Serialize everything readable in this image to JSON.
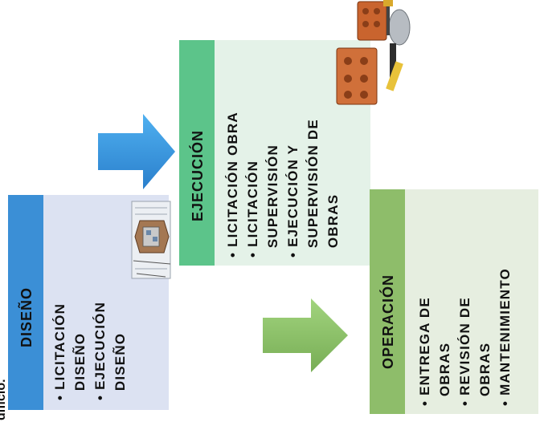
{
  "cut_text": "dificio.",
  "diseno": {
    "title": "DISEÑO",
    "items": [
      "• LICITACIÓN",
      "  DISEÑO",
      "• EJECUCIÓN",
      "  DISEÑO"
    ]
  },
  "ejecucion": {
    "title": "EJECUCIÓN",
    "items": [
      "• LICITACIÓN OBRA",
      "• LICITACIÓN",
      "  SUPERVISIÓN",
      "• EJECUCIÓN Y",
      "  SUPERVISIÓN DE",
      "  OBRAS"
    ]
  },
  "operacion": {
    "title": "OPERACIÓN",
    "items": [
      "• ENTREGA DE",
      "  OBRAS",
      "• REVISIÓN DE",
      "  OBRAS",
      "• MANTENIMIENTO"
    ]
  },
  "colors": {
    "diseno_header": "#3b8fd6",
    "diseno_body": "#dce2f2",
    "ejecucion_header": "#5cc48a",
    "ejecucion_body": "#e4f2e8",
    "operacion_header": "#8ebd6a",
    "operacion_body": "#e6eee0",
    "arrow_blue": "#3a9ae0",
    "arrow_green": "#8cc26a"
  }
}
